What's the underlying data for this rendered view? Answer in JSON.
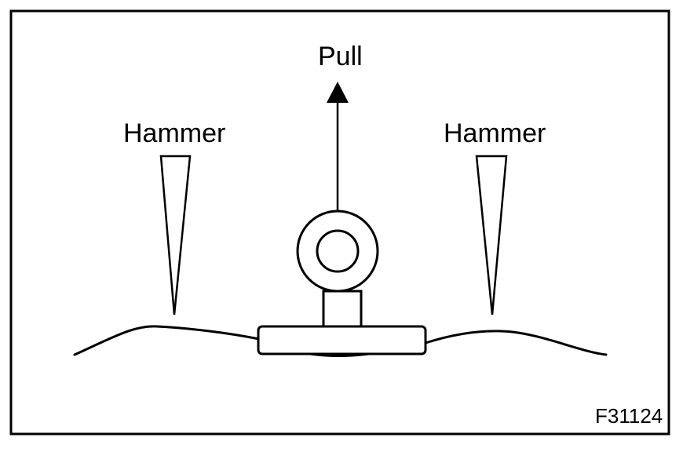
{
  "labels": {
    "pull": "Pull",
    "hammer_left": "Hammer",
    "hammer_right": "Hammer",
    "figure_id": "F31124"
  },
  "colors": {
    "stroke": "#000000",
    "fill": "#ffffff"
  }
}
